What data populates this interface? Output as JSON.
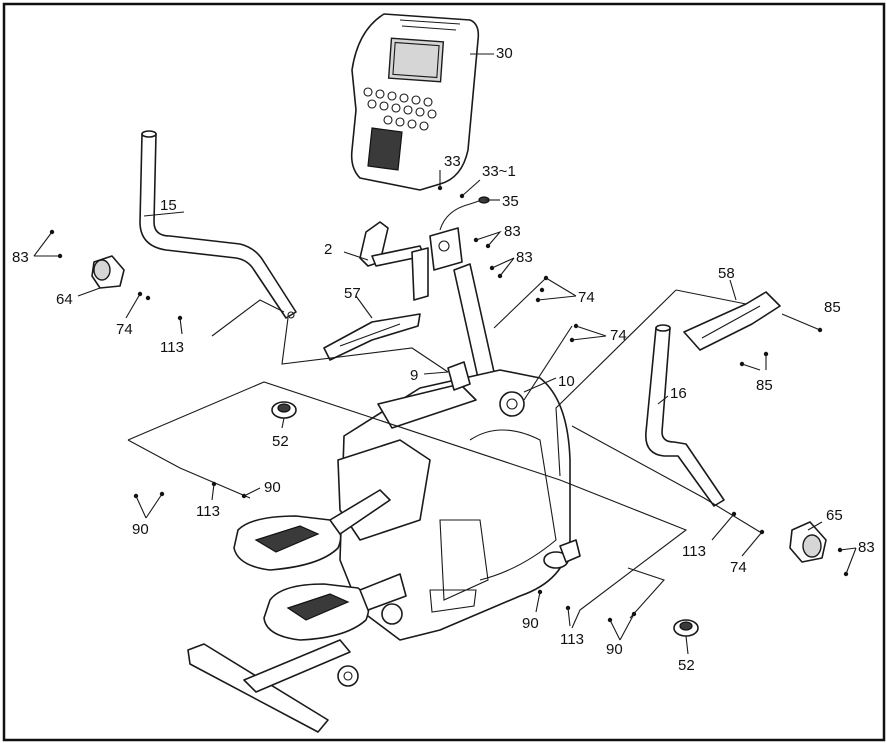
{
  "callouts": {
    "c30": "30",
    "c33": "33",
    "c33_1": "33~1",
    "c35": "35",
    "c15": "15",
    "c2": "2",
    "c83_top_a": "83",
    "c83_top_b": "83",
    "c83_left": "83",
    "c64": "64",
    "c74_left": "74",
    "c113_left": "113",
    "c57": "57",
    "c74_mid_a": "74",
    "c74_mid_b": "74",
    "c58": "58",
    "c85_a": "85",
    "c85_b": "85",
    "c9": "9",
    "c10": "10",
    "c16": "16",
    "c52_left": "52",
    "c90_left_a": "90",
    "c90_left_b": "90",
    "c113_mid": "113",
    "c65": "65",
    "c83_right": "83",
    "c113_right": "113",
    "c74_right": "74",
    "c90_bottom_a": "90",
    "c113_bottom": "113",
    "c90_bottom_b": "90",
    "c52_right": "52"
  }
}
